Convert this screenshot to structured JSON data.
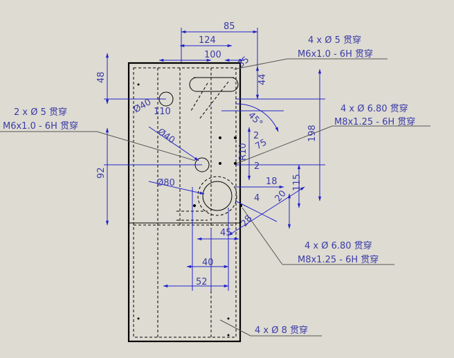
{
  "colors": {
    "background": "#dedcd2",
    "dimension": "#2222cc",
    "text": "#3a3aa8",
    "geometry": "#000000"
  },
  "dimensions": {
    "d85": "85",
    "d124": "124",
    "d100": "100",
    "d35": "35",
    "d44": "44",
    "d48": "48",
    "d45deg": "45°",
    "d110": "110",
    "d2a": "2",
    "d75": "75",
    "d198": "198",
    "d2b": "2",
    "d92": "92",
    "d18": "18",
    "d4": "4",
    "d115": "115",
    "d20": "20",
    "d28": "28",
    "d45": "45",
    "d40": "40",
    "d52": "52",
    "phi40_top": "Ø40",
    "phi40_mid": "Ø40",
    "phi80": "Ø80",
    "r10": "R10"
  },
  "callouts": {
    "c1_line1": "4 x Ø 5 贯穿",
    "c1_line2": "M6x1.0 - 6H 贯穿",
    "c2_line1": "2 x Ø 5 贯穿",
    "c2_line2": "M6x1.0 - 6H 贯穿",
    "c3_line1": "4 x Ø 6.80 贯穿",
    "c3_line2": "M8x1.25 - 6H 贯穿",
    "c4_line1": "4 x Ø 6.80 贯穿",
    "c4_line2": "M8x1.25 - 6H 贯穿",
    "c5_line1": "4 x Ø 8 贯穿"
  }
}
